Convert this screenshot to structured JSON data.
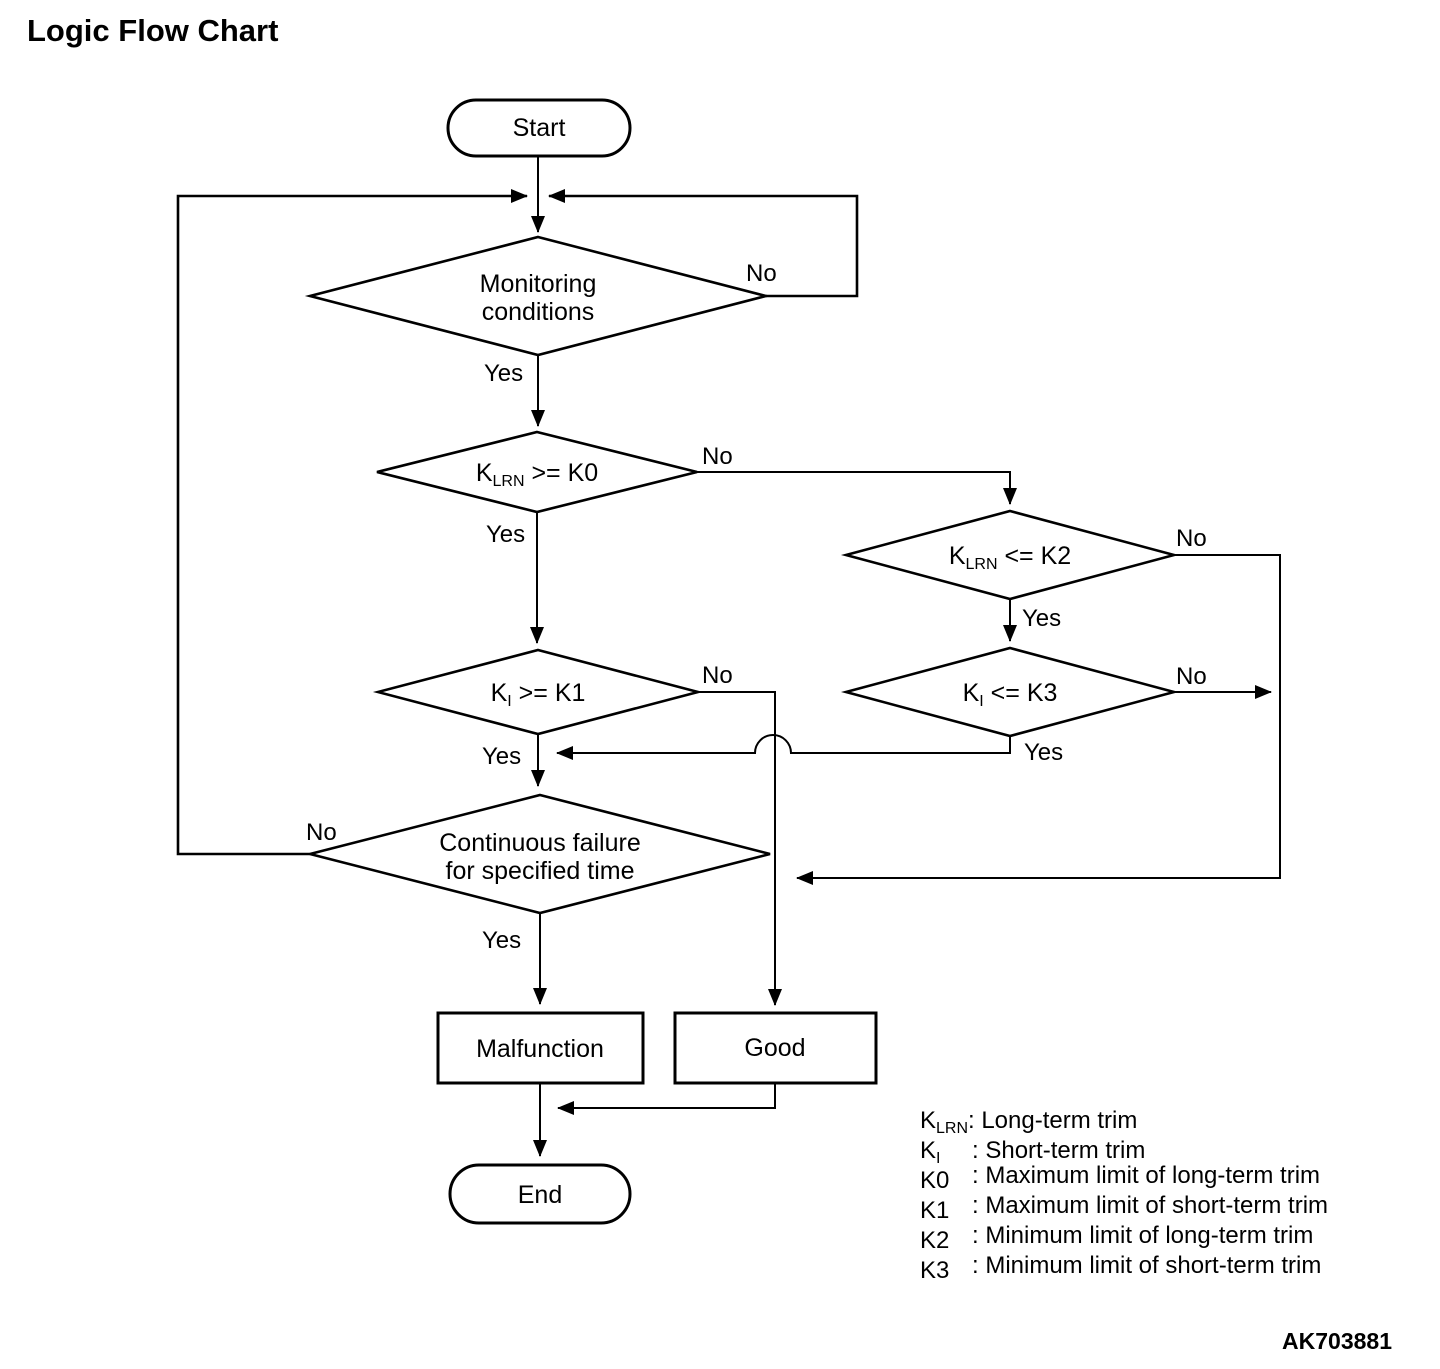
{
  "title": "Logic Flow Chart",
  "figure_code": "AK703881",
  "colors": {
    "ink": "#000000",
    "background": "#ffffff"
  },
  "flowchart": {
    "nodes": {
      "start": {
        "type": "terminator",
        "label": "Start"
      },
      "monitoring": {
        "type": "decision",
        "label_line1": "Monitoring",
        "label_line2": "conditions"
      },
      "k0_check": {
        "type": "decision",
        "k": "K",
        "sub": "LRN",
        "op": " >= K0"
      },
      "k2_check": {
        "type": "decision",
        "k": "K",
        "sub": "LRN",
        "op": " <= K2"
      },
      "k1_check": {
        "type": "decision",
        "k": "K",
        "sub": "I",
        "op": " >= K1"
      },
      "k3_check": {
        "type": "decision",
        "k": "K",
        "sub": "I",
        "op": " <= K3"
      },
      "continuous_failure": {
        "type": "decision",
        "label_line1": "Continuous failure",
        "label_line2": "for specified time"
      },
      "malfunction": {
        "type": "process",
        "label": "Malfunction"
      },
      "good": {
        "type": "process",
        "label": "Good"
      },
      "end": {
        "type": "terminator",
        "label": "End"
      }
    },
    "branch_labels": {
      "monitoring_no": "No",
      "monitoring_yes": "Yes",
      "k0_no": "No",
      "k0_yes": "Yes",
      "k2_no": "No",
      "k2_yes": "Yes",
      "k1_no": "No",
      "k1_yes": "Yes",
      "k3_no": "No",
      "k3_yes": "Yes",
      "continuous_no": "No",
      "continuous_yes": "Yes"
    },
    "legend": [
      {
        "symbol": "K",
        "subscript": "LRN",
        "description": ": Long-term trim"
      },
      {
        "symbol": "K",
        "subscript": "I",
        "description": ": Short-term trim"
      },
      {
        "symbol": "K0",
        "subscript": "",
        "description": ": Maximum limit of long-term trim"
      },
      {
        "symbol": "K1",
        "subscript": "",
        "description": ": Maximum limit of short-term trim"
      },
      {
        "symbol": "K2",
        "subscript": "",
        "description": ": Minimum limit of long-term trim"
      },
      {
        "symbol": "K3",
        "subscript": "",
        "description": ": Minimum limit of short-term trim"
      }
    ]
  }
}
